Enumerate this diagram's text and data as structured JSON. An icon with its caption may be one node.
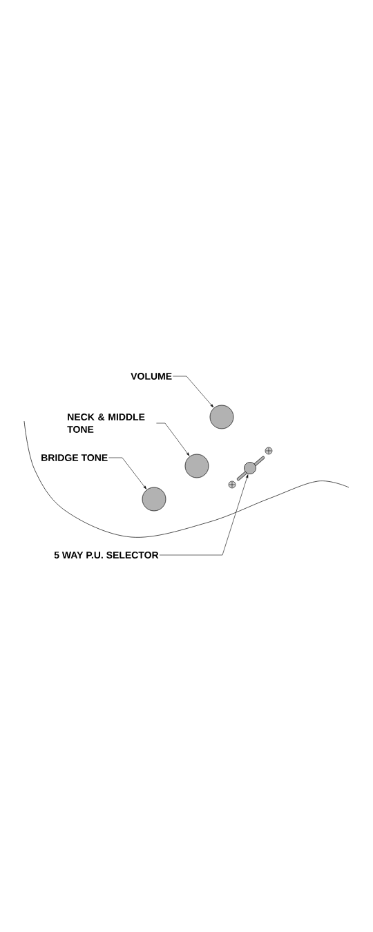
{
  "diagram": {
    "nodes": [
      {
        "text": [
          "VOLUME"
        ]
      },
      {
        "text": [
          "NECK & MIDDLE TONE"
        ]
      },
      {
        "text": [
          "BRIDGE TONE"
        ]
      },
      {
        "text": [
          "5 WAY P.U. SELECTOR"
        ]
      },
      {
        "text": [],
        "shape": "circle"
      },
      {
        "text": [],
        "shape": "circle"
      },
      {
        "text": [],
        "shape": "circle"
      },
      {
        "text": [],
        "shape": "switch"
      }
    ],
    "edges": [
      {
        "from": 0,
        "to": 4,
        "arrow": "to"
      },
      {
        "from": 1,
        "to": 5,
        "arrow": "to"
      },
      {
        "from": 2,
        "to": 6,
        "arrow": "to"
      },
      {
        "from": 3,
        "to": 7,
        "arrow": "to"
      }
    ]
  }
}
